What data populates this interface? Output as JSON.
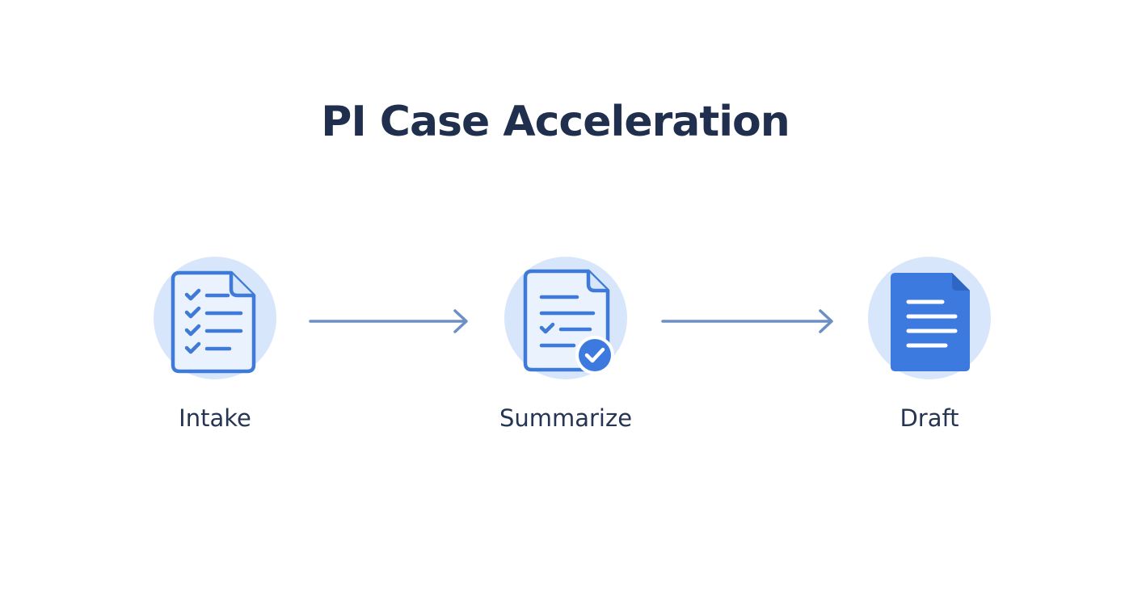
{
  "title": "PI Case Acceleration",
  "colors": {
    "title": "#1f2f4d",
    "label": "#263551",
    "circle_fill": "#d7e6fa",
    "icon_stroke": "#3f7bd6",
    "icon_paper": "#eaf2fd",
    "draft_fill": "#3d7ae0",
    "arrow": "#6d8fc4"
  },
  "steps": [
    {
      "label": "Intake",
      "icon": "checklist-document-icon"
    },
    {
      "label": "Summarize",
      "icon": "verified-document-icon"
    },
    {
      "label": "Draft",
      "icon": "text-document-icon"
    }
  ]
}
